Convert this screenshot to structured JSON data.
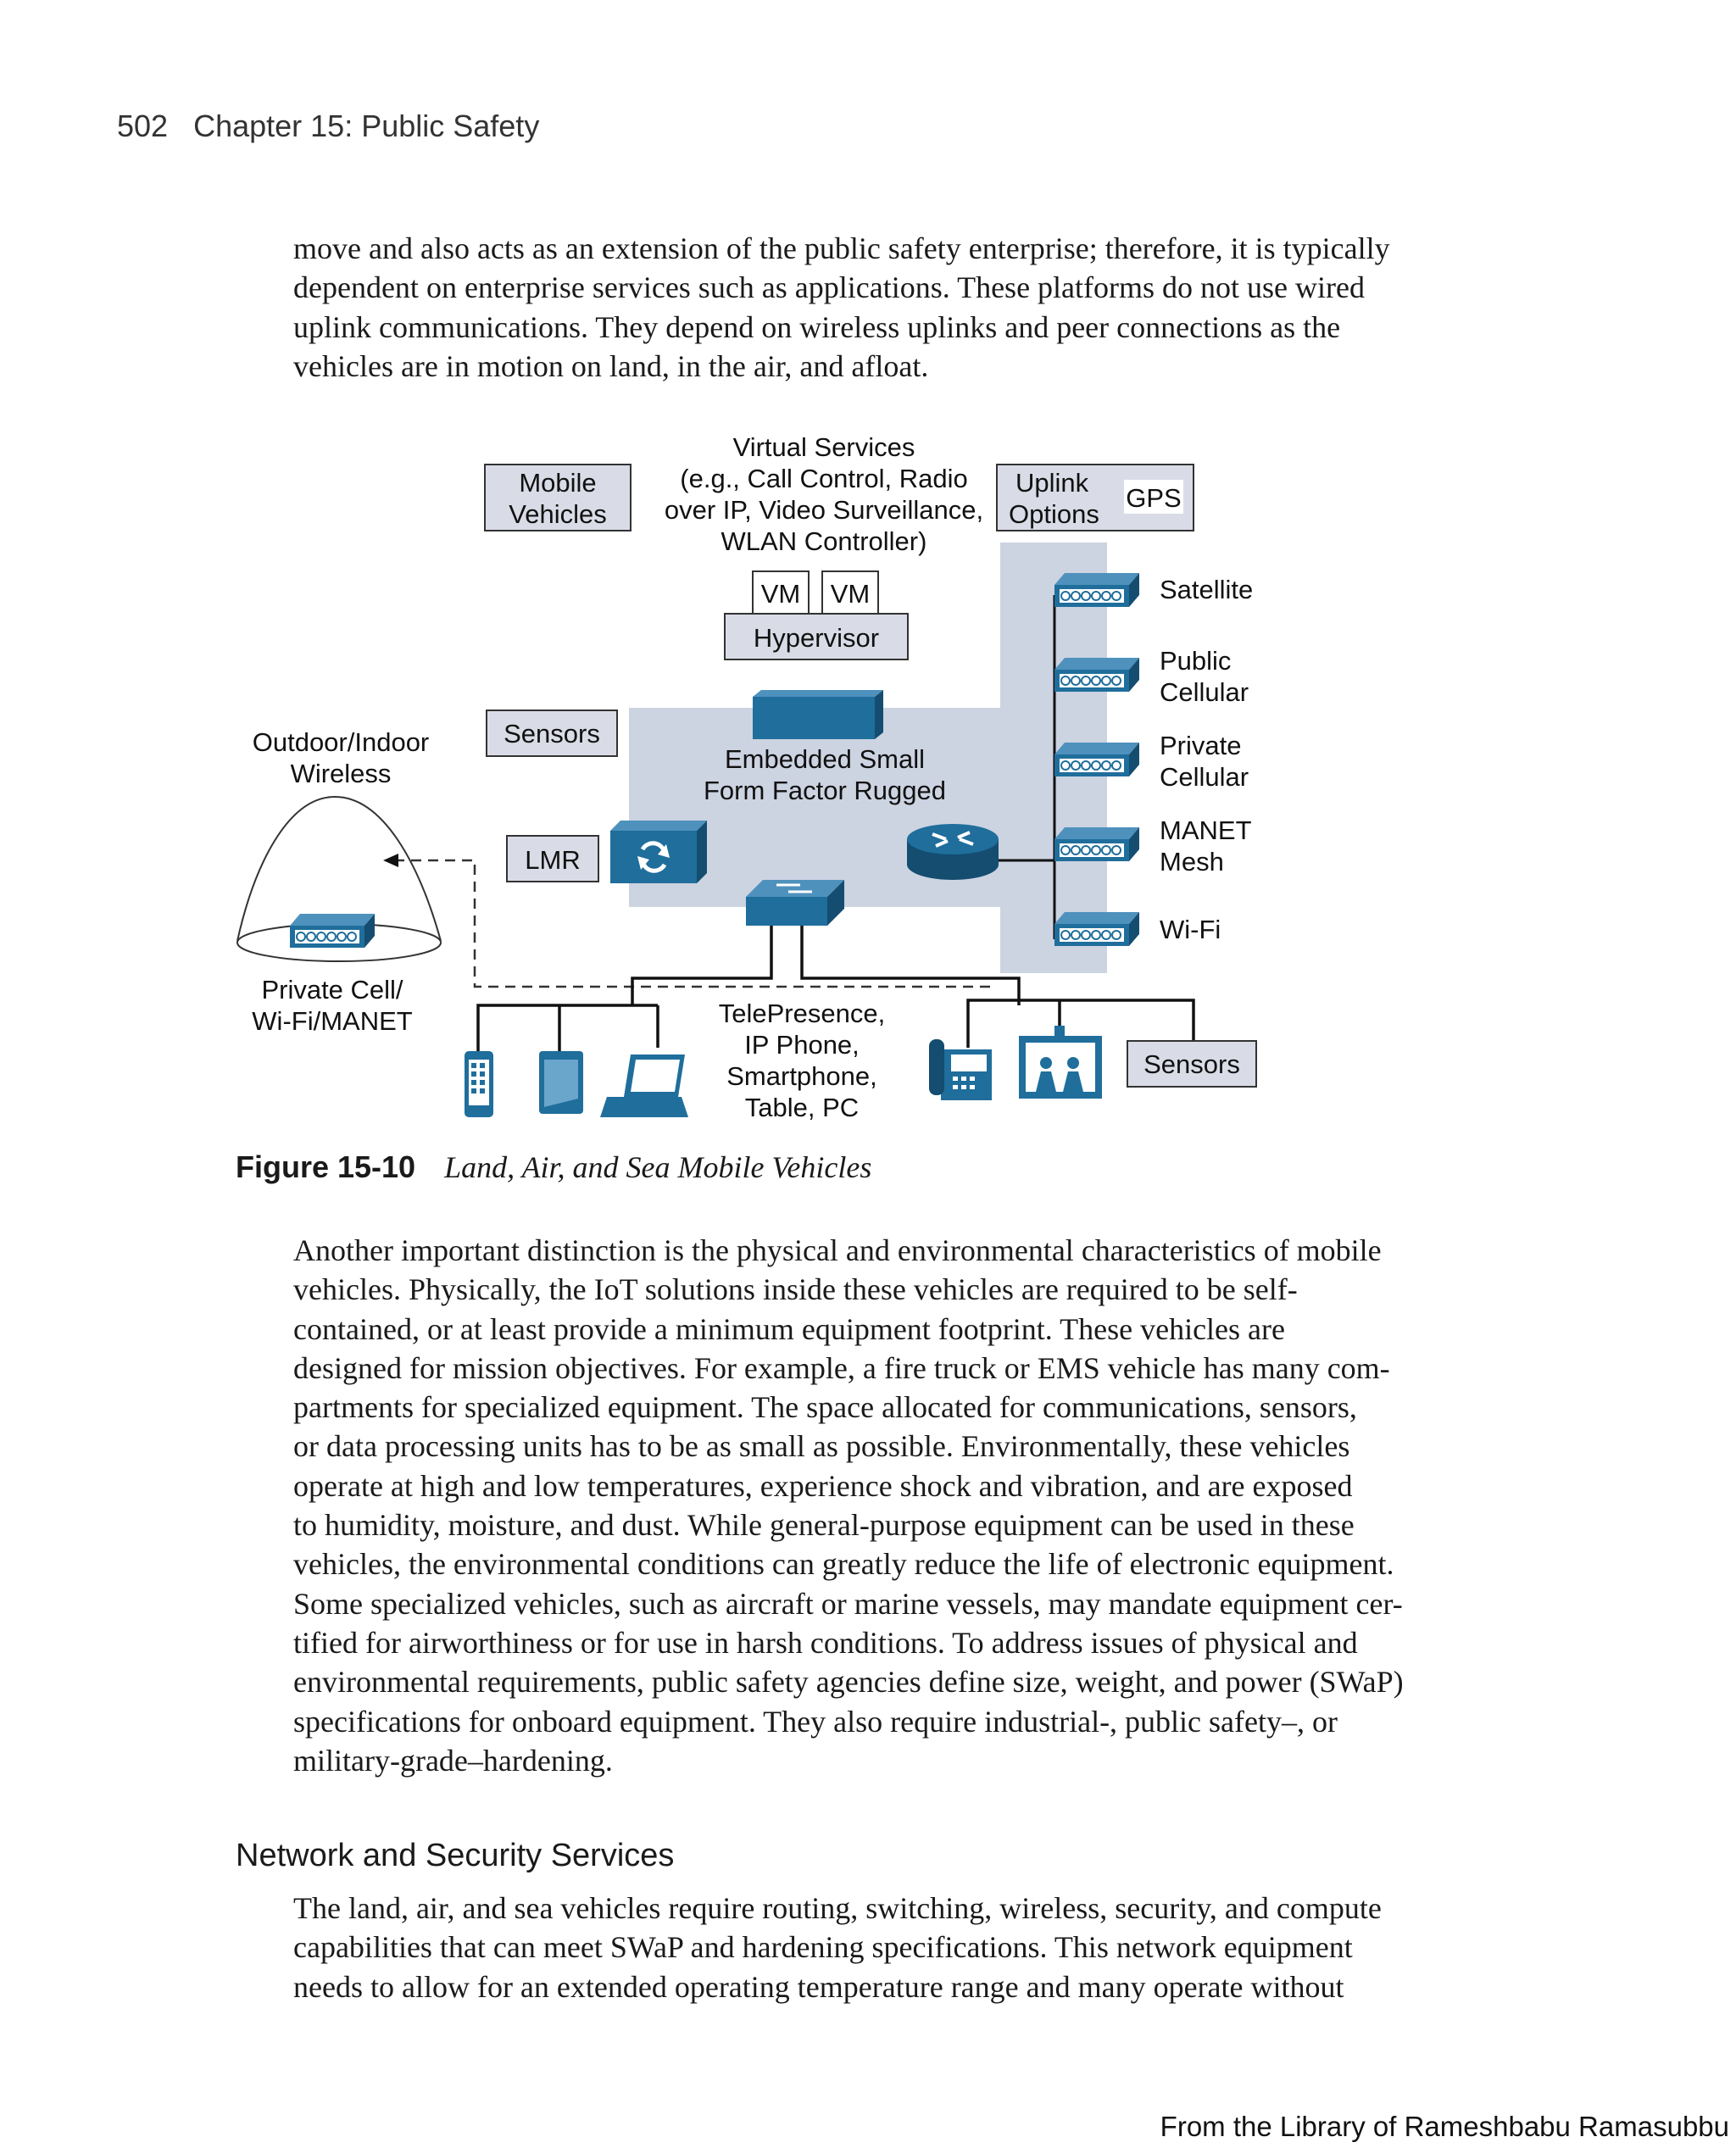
{
  "header": {
    "page_number": "502",
    "chapter": "Chapter 15: Public Safety"
  },
  "intro_lines": [
    "move and also acts as an extension of the public safety enterprise; therefore, it is typically",
    "dependent on enterprise services such as applications. These platforms do not use wired",
    "uplink communications. They depend on wireless uplinks and peer connections as the",
    "vehicles are in motion on land, in the air, and afloat."
  ],
  "figure": {
    "mobile_vehicles": [
      "Mobile",
      "Vehicles"
    ],
    "virtual_services": [
      "Virtual Services",
      "(e.g., Call Control, Radio",
      "over IP, Video Surveillance,",
      "WLAN Controller)"
    ],
    "uplink_options": [
      "Uplink",
      "Options"
    ],
    "gps": "GPS",
    "vm1": "VM",
    "vm2": "VM",
    "hypervisor": "Hypervisor",
    "sensors_top": "Sensors",
    "embedded": [
      "Embedded Small",
      "Form Factor Rugged"
    ],
    "outdoor": [
      "Outdoor/Indoor",
      "Wireless"
    ],
    "lmr": "LMR",
    "private_cell": [
      "Private Cell/",
      "Wi-Fi/MANET"
    ],
    "uplinks": [
      [
        "Satellite"
      ],
      [
        "Public",
        "Cellular"
      ],
      [
        "Private",
        "Cellular"
      ],
      [
        "MANET",
        "Mesh"
      ],
      [
        "Wi-Fi"
      ]
    ],
    "endpoints": [
      "TelePresence,",
      "IP Phone,",
      "Smartphone,",
      "Table, PC"
    ],
    "sensors_bottom": "Sensors",
    "caption_number": "Figure 15-10",
    "caption_title": "Land, Air, and Sea Mobile Vehicles",
    "colors": {
      "panel": "#ccd3e1",
      "device": "#1f6e9c",
      "device_dark": "#144d70",
      "label_box": "#d9dce6"
    }
  },
  "body_lines": [
    "Another important distinction is the physical and environmental characteristics of mobile",
    "vehicles. Physically, the IoT solutions inside these vehicles are required to be self-",
    "contained, or at least provide a minimum equipment footprint. These vehicles are",
    "designed for mission objectives. For example, a fire truck or EMS vehicle has many com-",
    "partments for specialized equipment. The space allocated for communications, sensors,",
    "or data processing units has to be as small as possible. Environmentally, these vehicles",
    "operate at high and low temperatures, experience shock and vibration, and are exposed",
    "to humidity, moisture, and dust. While general-purpose equipment can be used in these",
    "vehicles, the environmental conditions can greatly reduce the life of electronic equipment.",
    "Some specialized vehicles, such as aircraft or marine vessels, may mandate equipment cer-",
    "tified for airworthiness or for use in harsh conditions. To address issues of physical and",
    "environmental requirements, public safety agencies define size, weight, and power (SWaP)",
    "specifications for onboard equipment. They also require industrial-, public safety–, or",
    "military-grade–hardening."
  ],
  "section_heading": "Network and Security Services",
  "section_lines": [
    "The land, air, and sea vehicles require routing, switching, wireless, security, and compute",
    "capabilities that can meet SWaP and hardening specifications. This network equipment",
    "needs to allow for an extended operating temperature range and many operate without"
  ],
  "footer": "From the Library of Rameshbabu Ramasubbu"
}
